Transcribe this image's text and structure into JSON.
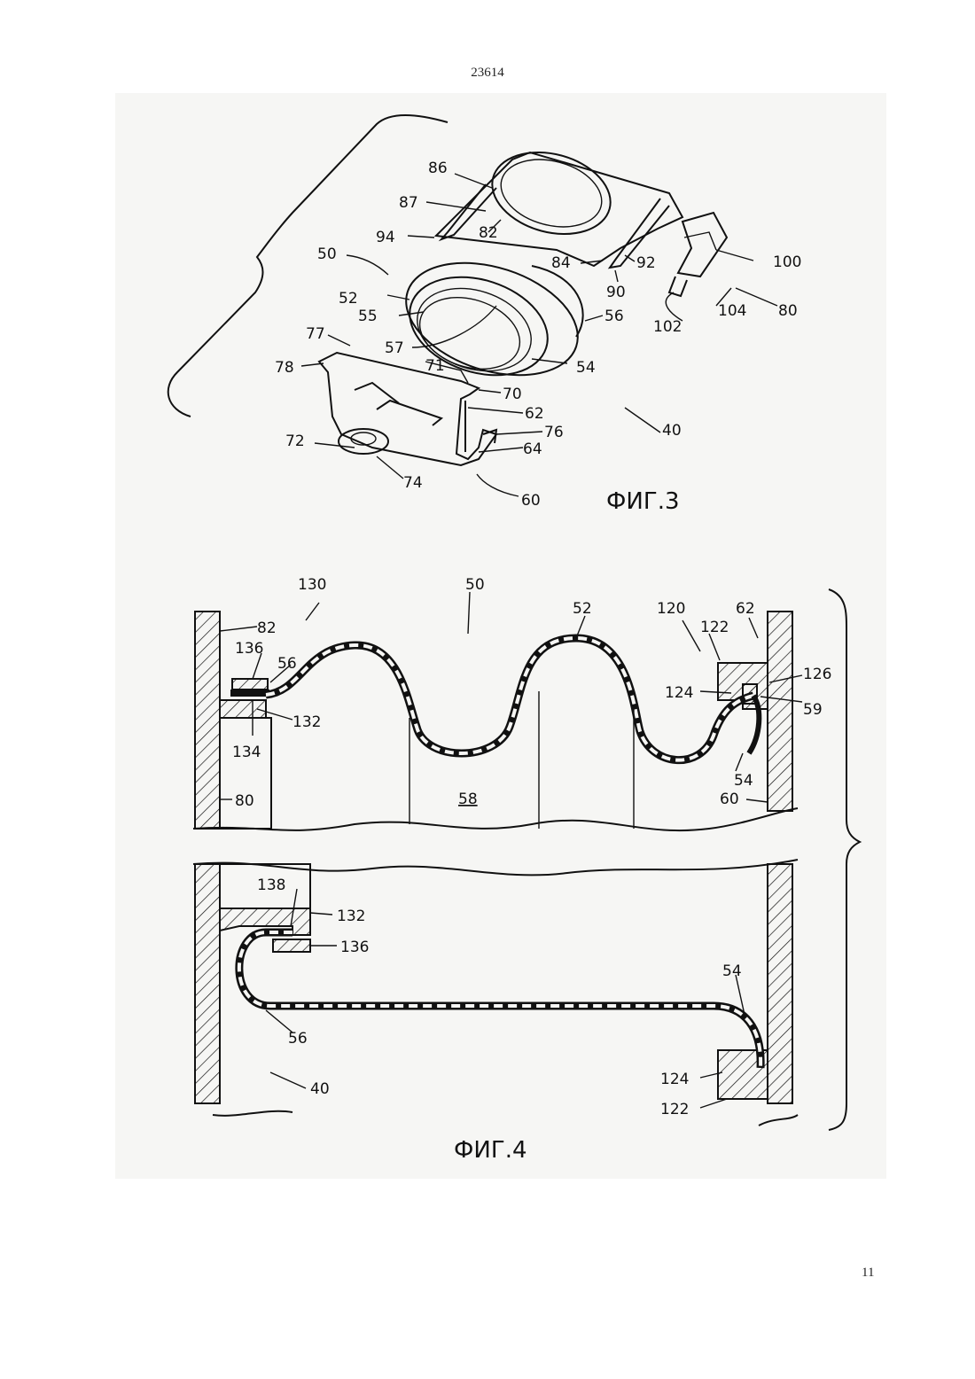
{
  "header": {
    "doc_number": "23614"
  },
  "footer": {
    "page_number": "11"
  },
  "figure3": {
    "caption": "ФИГ.3",
    "labels": {
      "l86": "86",
      "l87": "87",
      "l94": "94",
      "l82": "82",
      "l50": "50",
      "l84": "84",
      "l92": "92",
      "l100": "100",
      "l90": "90",
      "l52": "52",
      "l55": "55",
      "l57": "57",
      "l56": "56",
      "l102": "102",
      "l104": "104",
      "l80": "80",
      "l77": "77",
      "l78": "78",
      "l71": "71",
      "l54": "54",
      "l70": "70",
      "l62": "62",
      "l76": "76",
      "l40": "40",
      "l72": "72",
      "l64": "64",
      "l74": "74",
      "l60": "60"
    }
  },
  "figure4": {
    "caption": "ФИГ.4",
    "labels": {
      "l130": "130",
      "l50": "50",
      "l52": "52",
      "l120": "120",
      "l62": "62",
      "l82": "82",
      "l122a": "122",
      "l136a": "136",
      "l56a": "56",
      "l126": "126",
      "l124a": "124",
      "l59": "59",
      "l132a": "132",
      "l134": "134",
      "l54a": "54",
      "l80": "80",
      "l58": "58",
      "l60": "60",
      "l138": "138",
      "l132b": "132",
      "l136b": "136",
      "l54b": "54",
      "l56b": "56",
      "l124b": "124",
      "l40": "40",
      "l122b": "122"
    }
  }
}
